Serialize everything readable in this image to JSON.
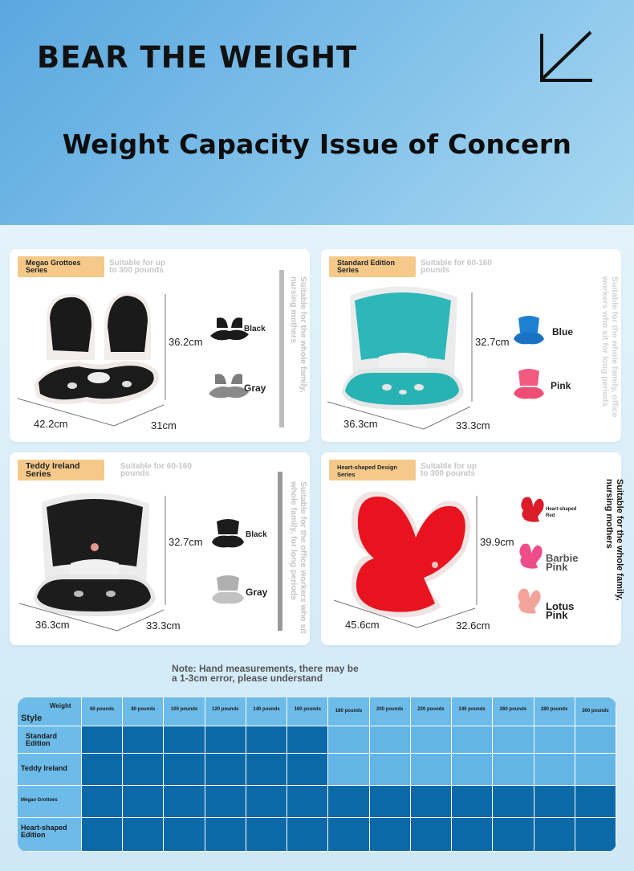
{
  "header": {
    "brand": "BEAR THE WEIGHT",
    "headline": "Weight Capacity Issue of Concern"
  },
  "cards": [
    {
      "series": "Megao Grottoes\nSeries",
      "capacity": "Suitable for up\n to 300 pounds",
      "height": "36.2cm",
      "width": "42.2cm",
      "depth": "31cm",
      "colors": [
        "Black",
        "Gray"
      ],
      "side_text": "Suitable for the whole family,\nnursing mothers"
    },
    {
      "series": "Standard Edition\nSeries",
      "capacity": "Suitable for 60-160\n  pounds",
      "height": "32.7cm",
      "width": "36.3cm",
      "depth": "33.3cm",
      "colors": [
        "Blue",
        "Pink"
      ],
      "side_text": "Suitable for the whole family, office\nworkers who sit for long periods"
    },
    {
      "series": "Teddy Ireland\n  Series",
      "capacity": "Suitable for 60-160\n  pounds",
      "height": "32.7cm",
      "width": "36.3cm",
      "depth": "33.3cm",
      "colors": [
        "Black",
        "Gray"
      ],
      "side_text": "Suitable for the office workers who sit\nwhole family, for long periods"
    },
    {
      "series": "Heart-shaped Design\nSeries",
      "capacity": "Suitable for up\n to 300 pounds",
      "height": "39.9cm",
      "width": "45.6cm",
      "depth": "32.6cm",
      "colors": [
        "Heart-shaped\nRed",
        "Barbie\nPink",
        "Lotus\nPink"
      ],
      "side_text": "Suitable for the whole family,\nnursing mothers"
    }
  ],
  "note": "Note: Hand measurements, there may be\n a 1-3cm error, please understand",
  "table": {
    "corner_top": "Weight",
    "corner_bottom": "Style",
    "weights": [
      "60 pounds",
      "80 pounds",
      "100 pounds",
      "120 pounds",
      "140 pounds",
      "160 pounds",
      "180 pounds",
      "200 pounds",
      "220 pounds",
      "240 pounds",
      "260 pounds",
      "280 pounds",
      "300 pounds"
    ],
    "rows": [
      {
        "style": "Standard\n  Edition",
        "max_columns": 6
      },
      {
        "style": "Teddy Ireland",
        "max_columns": 6
      },
      {
        "style": "Megao Grottoes",
        "max_columns": 13
      },
      {
        "style": "Heart-shaped\n Edition",
        "max_columns": 13
      }
    ]
  },
  "colors": {
    "filled": "#0a69a6",
    "empty": "#63b5e5",
    "tag": "#f4c98a"
  }
}
